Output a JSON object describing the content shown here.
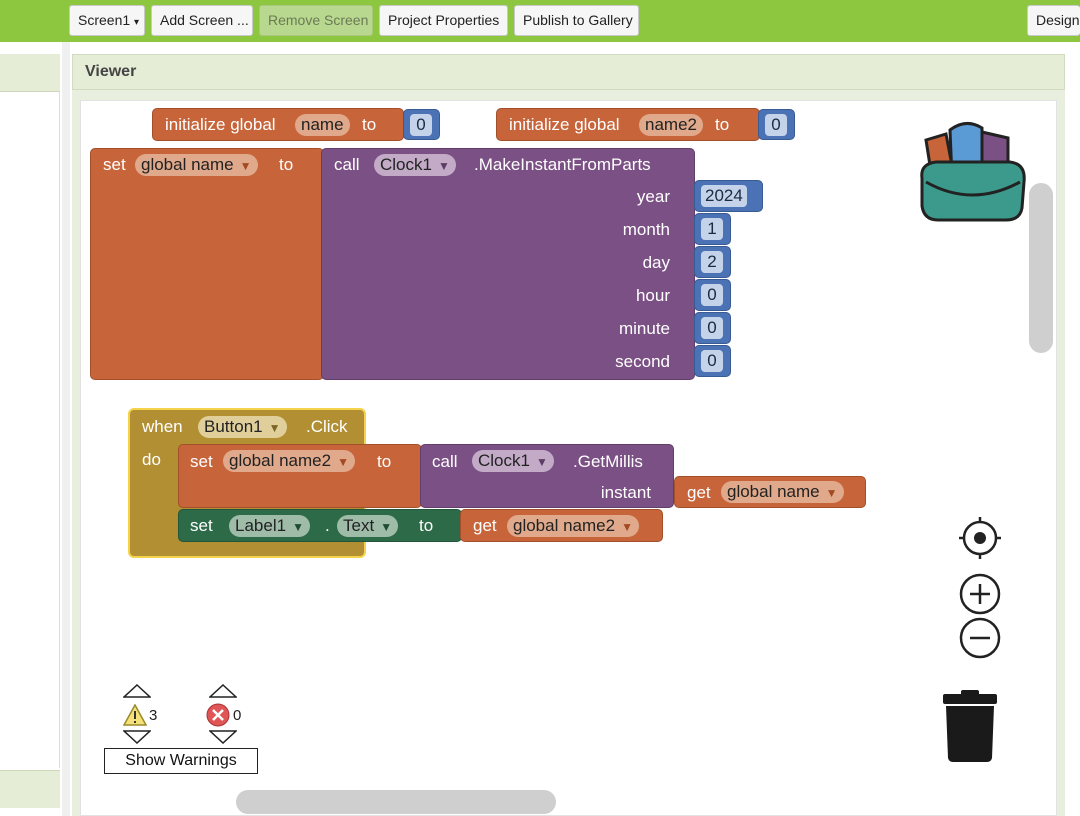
{
  "toolbar": {
    "screen_select": "Screen1",
    "add_screen": "Add Screen ...",
    "remove_screen": "Remove Screen",
    "project_properties": "Project Properties",
    "publish": "Publish to Gallery",
    "designer": "Designe"
  },
  "viewer": {
    "title": "Viewer"
  },
  "blocks": {
    "init1": {
      "keyword": "initialize global",
      "var": "name",
      "to": "to",
      "value": "0"
    },
    "init2": {
      "keyword": "initialize global",
      "var": "name2",
      "to": "to",
      "value": "0"
    },
    "set1": {
      "set": "set",
      "var": "global name",
      "to": "to",
      "call": "call",
      "component": "Clock1",
      "method": ".MakeInstantFromParts",
      "params": [
        {
          "label": "year",
          "value": "2024"
        },
        {
          "label": "month",
          "value": "1"
        },
        {
          "label": "day",
          "value": "2"
        },
        {
          "label": "hour",
          "value": "0"
        },
        {
          "label": "minute",
          "value": "0"
        },
        {
          "label": "second",
          "value": "0"
        }
      ]
    },
    "event": {
      "when": "when",
      "component": "Button1",
      "event": ".Click",
      "do": "do",
      "set2": {
        "set": "set",
        "var": "global name2",
        "to": "to",
        "call": "call",
        "component": "Clock1",
        "method": ".GetMillis",
        "param_label": "instant",
        "get": "get",
        "get_var": "global name"
      },
      "set3": {
        "set": "set",
        "component": "Label1",
        "dot": ".",
        "prop": "Text",
        "to": "to",
        "get": "get",
        "get_var": "global name2"
      }
    }
  },
  "warnings": {
    "warning_count": "3",
    "error_count": "0",
    "show_label": "Show Warnings"
  },
  "icons": {
    "dropdown": "▾",
    "field_arrow": "▼",
    "up": "up-triangle-icon",
    "down": "down-triangle-icon"
  },
  "colors": {
    "toolbar": "#8dc63f",
    "variable_blocks": "#c7643a",
    "procedure_blocks": "#7b5084",
    "math_blocks": "#4a72b4",
    "event_blocks": "#b18f32",
    "component_blocks": "#2d6b48"
  }
}
